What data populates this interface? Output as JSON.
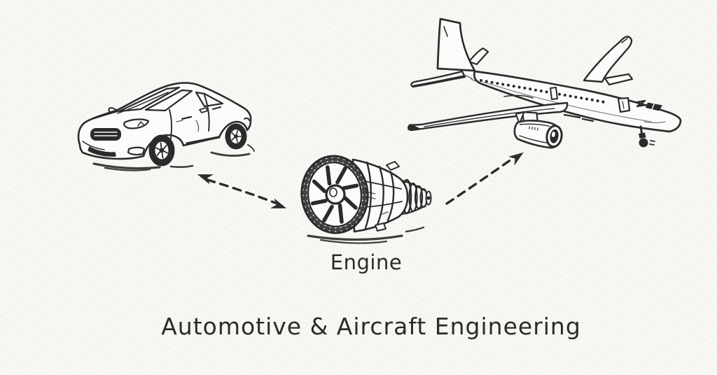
{
  "page": {
    "paper_color": "#f8f8f5",
    "ink_color": "#2b2b2b"
  },
  "diagram": {
    "engine_label": "Engine",
    "caption": "Automotive & Aircraft Engineering",
    "icons": [
      {
        "name": "car-icon"
      },
      {
        "name": "jet-engine-icon"
      },
      {
        "name": "airplane-icon"
      }
    ],
    "connectors": [
      {
        "from": "jet-engine",
        "to": "car",
        "line_style": "dashed",
        "arrowheads": "both"
      },
      {
        "from": "jet-engine",
        "to": "airplane",
        "line_style": "dashed",
        "arrowheads": "end"
      }
    ]
  }
}
